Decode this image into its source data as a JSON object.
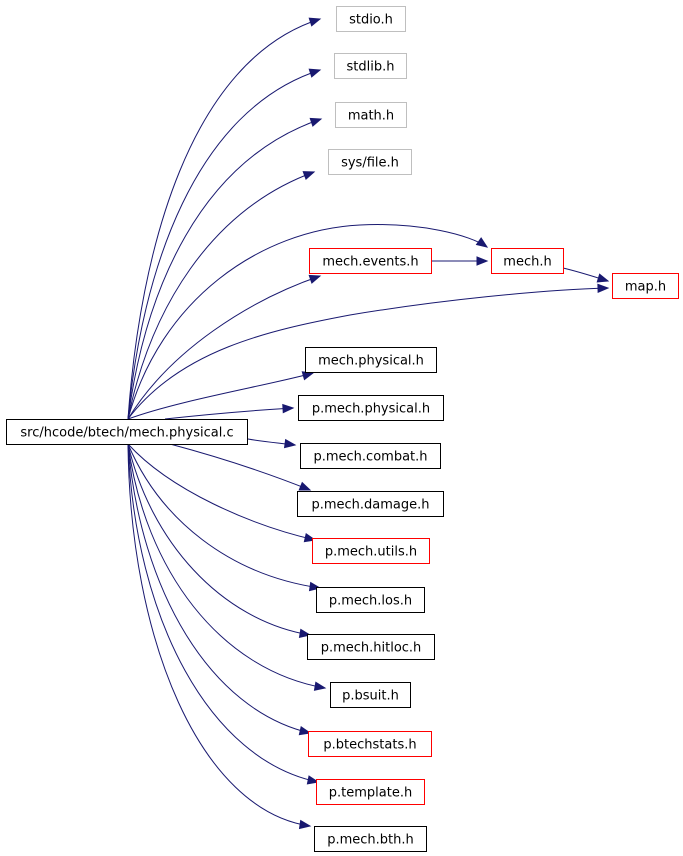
{
  "colors": {
    "edge": "#191970",
    "root_fill": "#bfbfbf",
    "border_documented": "#000000",
    "border_has_children": "#ff0000",
    "border_undocumented": "#bfbfbf"
  },
  "nodes": [
    {
      "id": "root",
      "label": "src/hcode/btech/mech.physical.c",
      "kind": "root"
    },
    {
      "id": "stdio",
      "label": "stdio.h",
      "kind": "undocumented"
    },
    {
      "id": "stdlib",
      "label": "stdlib.h",
      "kind": "undocumented"
    },
    {
      "id": "math",
      "label": "math.h",
      "kind": "undocumented"
    },
    {
      "id": "sysfile",
      "label": "sys/file.h",
      "kind": "undocumented"
    },
    {
      "id": "mechevents",
      "label": "mech.events.h",
      "kind": "has-children"
    },
    {
      "id": "mech",
      "label": "mech.h",
      "kind": "has-children"
    },
    {
      "id": "map",
      "label": "map.h",
      "kind": "has-children"
    },
    {
      "id": "mechphysical",
      "label": "mech.physical.h",
      "kind": "documented"
    },
    {
      "id": "pmechphysical",
      "label": "p.mech.physical.h",
      "kind": "documented"
    },
    {
      "id": "pmechcombat",
      "label": "p.mech.combat.h",
      "kind": "documented"
    },
    {
      "id": "pmechdamage",
      "label": "p.mech.damage.h",
      "kind": "documented"
    },
    {
      "id": "pmechutils",
      "label": "p.mech.utils.h",
      "kind": "has-children"
    },
    {
      "id": "pmechlos",
      "label": "p.mech.los.h",
      "kind": "documented"
    },
    {
      "id": "pmechhitloc",
      "label": "p.mech.hitloc.h",
      "kind": "documented"
    },
    {
      "id": "pbsuit",
      "label": "p.bsuit.h",
      "kind": "documented"
    },
    {
      "id": "pbtechstats",
      "label": "p.btechstats.h",
      "kind": "has-children"
    },
    {
      "id": "ptemplate",
      "label": "p.template.h",
      "kind": "has-children"
    },
    {
      "id": "pmechbth",
      "label": "p.mech.bth.h",
      "kind": "documented"
    }
  ],
  "edges": [
    {
      "from": "root",
      "to": "stdio"
    },
    {
      "from": "root",
      "to": "stdlib"
    },
    {
      "from": "root",
      "to": "math"
    },
    {
      "from": "root",
      "to": "sysfile"
    },
    {
      "from": "root",
      "to": "mech"
    },
    {
      "from": "root",
      "to": "mechevents"
    },
    {
      "from": "root",
      "to": "map"
    },
    {
      "from": "root",
      "to": "mechphysical"
    },
    {
      "from": "root",
      "to": "pmechphysical"
    },
    {
      "from": "root",
      "to": "pmechcombat"
    },
    {
      "from": "root",
      "to": "pmechdamage"
    },
    {
      "from": "root",
      "to": "pmechutils"
    },
    {
      "from": "root",
      "to": "pmechlos"
    },
    {
      "from": "root",
      "to": "pmechhitloc"
    },
    {
      "from": "root",
      "to": "pbsuit"
    },
    {
      "from": "root",
      "to": "pbtechstats"
    },
    {
      "from": "root",
      "to": "ptemplate"
    },
    {
      "from": "root",
      "to": "pmechbth"
    },
    {
      "from": "mechevents",
      "to": "mech"
    },
    {
      "from": "mech",
      "to": "map"
    }
  ]
}
